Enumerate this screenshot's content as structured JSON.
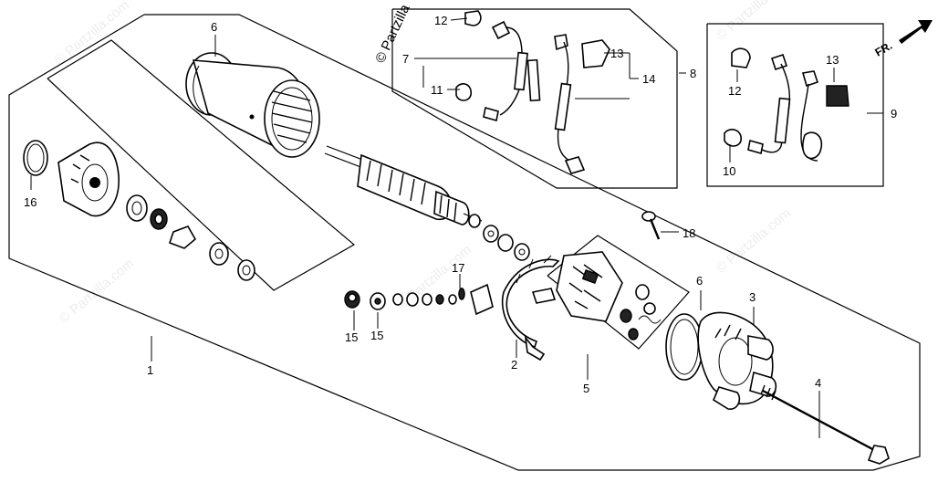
{
  "watermark": {
    "text": "© Partzilla.com",
    "top_text": "© Partzilla"
  },
  "direction_label": "FR.",
  "callouts": {
    "c1": "1",
    "c2": "2",
    "c3": "3",
    "c4": "4",
    "c5": "5",
    "c6a": "6",
    "c6b": "6",
    "c7": "7",
    "c8": "8",
    "c9": "9",
    "c10": "10",
    "c11": "11",
    "c12a": "12",
    "c12b": "12",
    "c13a": "13",
    "c13b": "13",
    "c14": "14",
    "c15a": "15",
    "c15b": "15",
    "c16": "16",
    "c17": "17",
    "c18": "18"
  },
  "colors": {
    "ink": "#000000",
    "paper": "#ffffff"
  }
}
